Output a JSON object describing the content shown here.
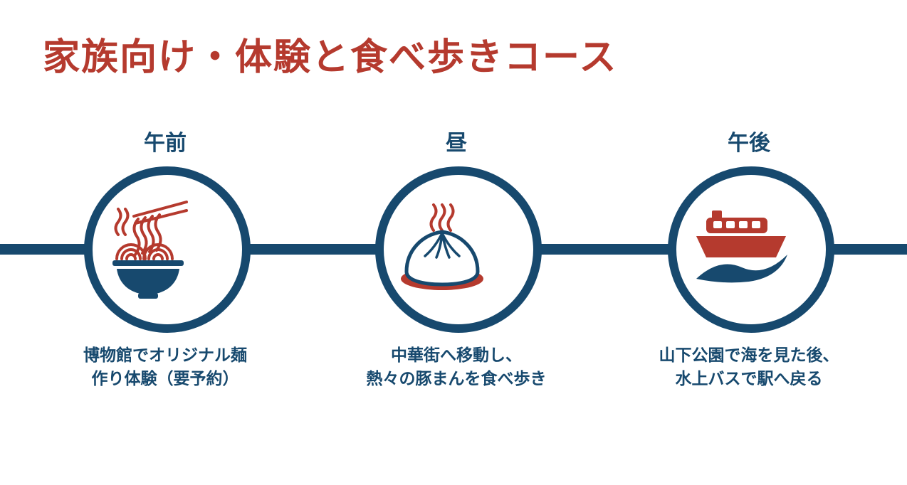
{
  "title": "家族向け・体験と食べ歩きコース",
  "colors": {
    "accent_red": "#B53A2E",
    "navy": "#17496E",
    "background": "#FFFFFF"
  },
  "stages": [
    {
      "label": "午前",
      "icon": "ramen-bowl-icon",
      "description_lines": [
        "博物館でオリジナル麺",
        "作り体験（要予約）"
      ]
    },
    {
      "label": "昼",
      "icon": "pork-bun-icon",
      "description_lines": [
        "中華街へ移動し、",
        "熱々の豚まんを食べ歩き"
      ]
    },
    {
      "label": "午後",
      "icon": "water-bus-icon",
      "description_lines": [
        "山下公園で海を見た後、",
        "水上バスで駅へ戻る"
      ]
    }
  ]
}
